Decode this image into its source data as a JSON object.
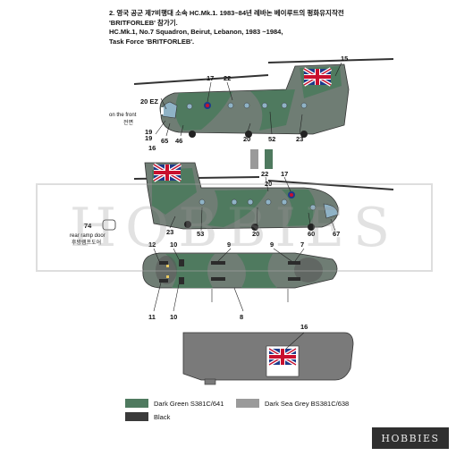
{
  "header": {
    "line1": "2. 영국 공군 제7비행대 소속 HC.Mk.1. 1983~84년 레바논 베이루트의 평화유지작전",
    "line2": "'BRITFORLEB' 참가기.",
    "line3": "HC.Mk.1, No.7 Squadron, Beirut, Lebanon, 1983 ~1984,",
    "line4": "Task Force 'BRITFORLEB'."
  },
  "callouts_top": [
    "15",
    "17",
    "22",
    "20 EZ",
    "19",
    "65",
    "46",
    "20",
    "52",
    "23"
  ],
  "front_note": {
    "en": "on the front",
    "ko": "전면"
  },
  "callouts_side": [
    "16",
    "19",
    "22",
    "20",
    "17",
    "23",
    "53",
    "20",
    "60",
    "67"
  ],
  "ramp": {
    "number": "74",
    "en": "rear ramp door",
    "ko": "후방램프도어"
  },
  "callouts_plan": [
    "12",
    "10",
    "9",
    "9",
    "7",
    "11",
    "10",
    "8"
  ],
  "callouts_bottom": [
    "16"
  ],
  "legend": [
    {
      "label": "Dark Green S381C/641",
      "color": "#4f7a5f"
    },
    {
      "label": "Dark Sea Grey BS381C/638",
      "color": "#9a9a9a"
    },
    {
      "label": "Black",
      "color": "#3a3a3a"
    }
  ],
  "watermark": "HOBBIES",
  "brand": {
    "name": "HOBBIES"
  }
}
